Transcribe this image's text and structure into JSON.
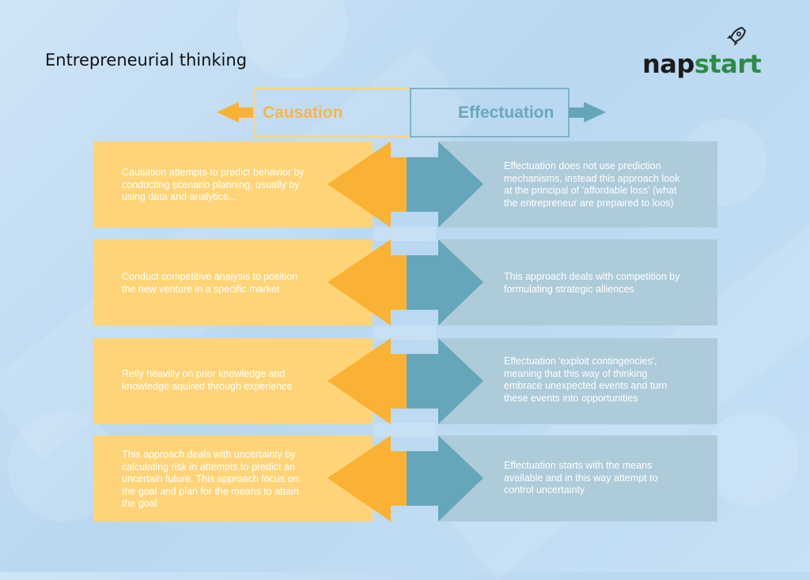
{
  "title": "Entrepreneurial thinking",
  "logo": {
    "part1": "nap",
    "part2": "start",
    "icon": "rocket-icon"
  },
  "header": {
    "left_label": "Causation",
    "right_label": "Effectuation"
  },
  "colors": {
    "causation": "#ffd479",
    "causation_arrow": "#f9b233",
    "effectuation": "#aecbda",
    "effectuation_arrow": "#65a6bb",
    "logo_green": "#2e8b45"
  },
  "rows": [
    {
      "causation": "Causation attempts to predict behavior by conducting scenario planning, usually by using data and analytics...",
      "effectuation": "Effectuation does not use prediction mechanisms, instead this approach look at the principal of 'affordable loss' (what the entrepreneur are prepaired to loos)"
    },
    {
      "causation": "Conduct competitive analysis to position the new venture in a specific market",
      "effectuation": "This approach deals with competition by formulating strategic alliences"
    },
    {
      "causation": "Relly heavilly on prior knowledge and knowledge aquired through experience",
      "effectuation": "Effectuation 'exploit contingencies', meaning that this way of thinking embrace unexpected events and turn these events into opportunities"
    },
    {
      "causation": "This approach deals with uncertainty by calculating risk in attempts to predict an uncertain future. This approach focus on the goal and plan for the means to attain the goal",
      "effectuation": "Effectuation starts with the means available and in this way attempt to control uncertainty"
    }
  ]
}
